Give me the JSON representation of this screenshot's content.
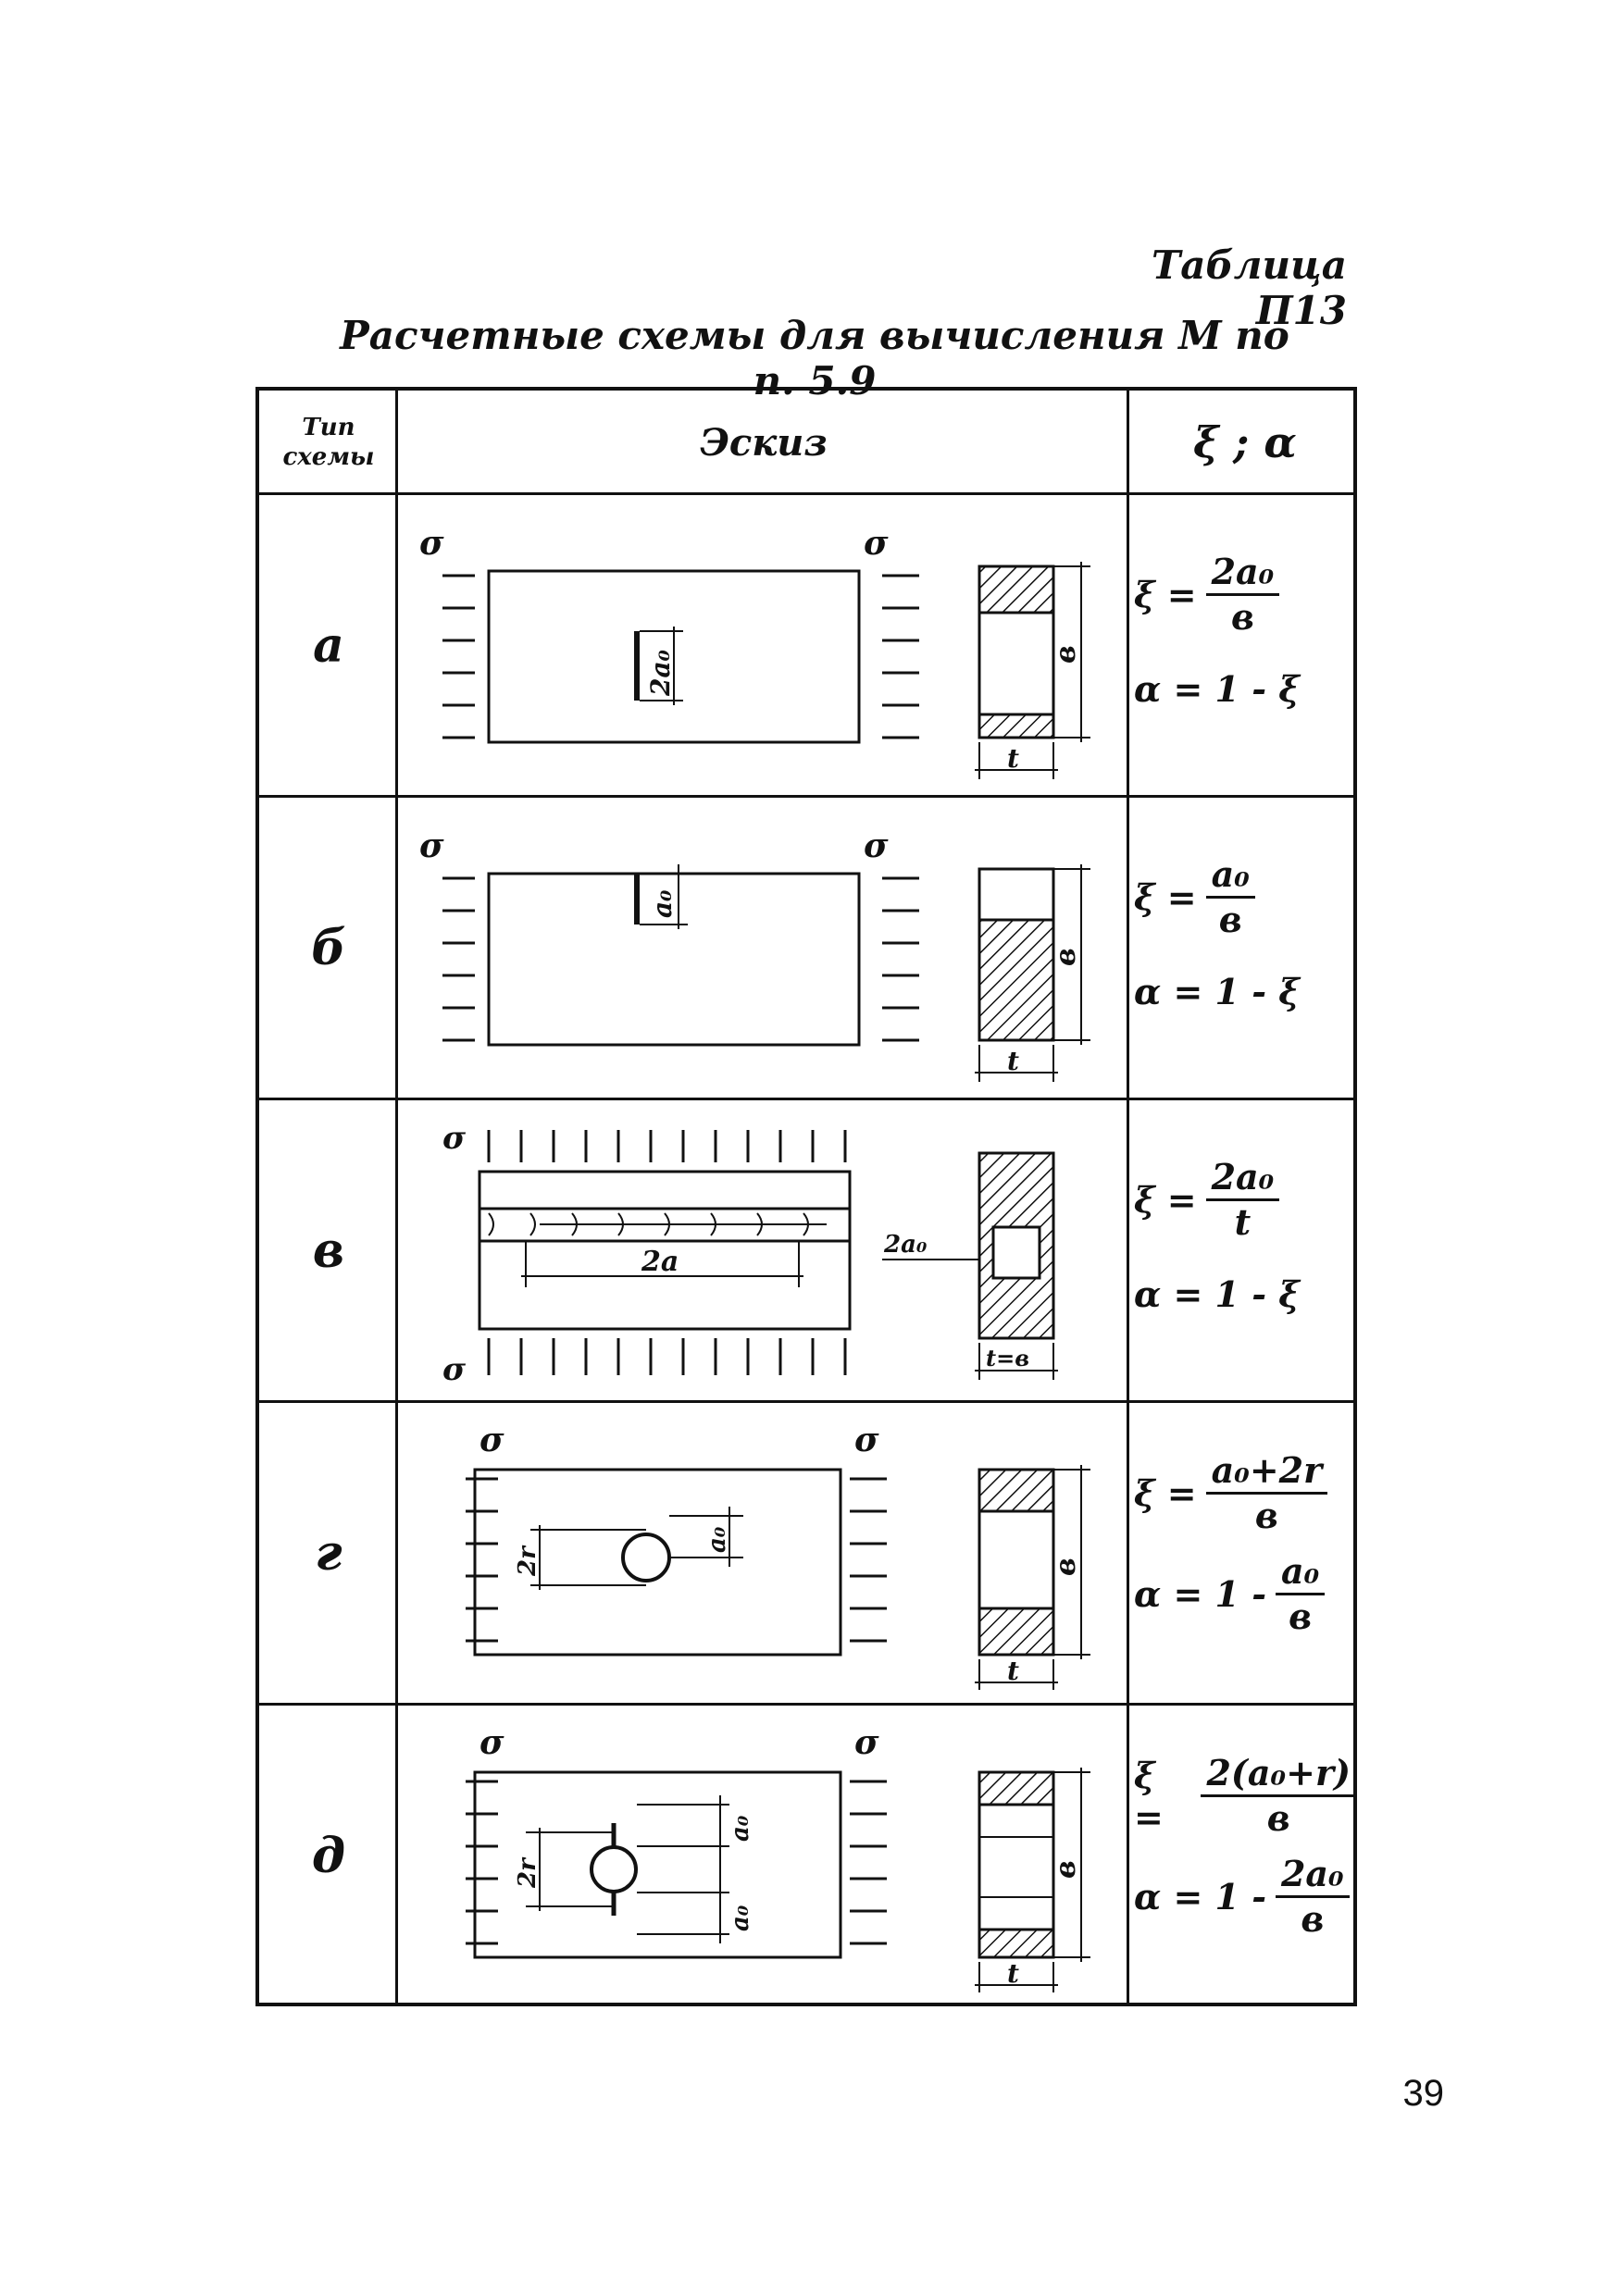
{
  "table_label": "Таблица П13",
  "table_title": "Расчетные схемы для вычисления M по п. 5.9",
  "header": {
    "type_col": "Тип схемы",
    "sketch_col": "Эскиз",
    "coef_col": "ξ ; α"
  },
  "rows": [
    {
      "letter": "а",
      "xi_sym": "ξ =",
      "xi_num": "2a₀",
      "xi_den": "в",
      "alpha": "α = 1 - ξ",
      "labels": {
        "sigma_left": "σ",
        "sigma_right": "σ",
        "dim": "2a₀",
        "height": "в",
        "width": "t"
      }
    },
    {
      "letter": "б",
      "xi_sym": "ξ =",
      "xi_num": "a₀",
      "xi_den": "в",
      "alpha": "α = 1 - ξ",
      "labels": {
        "sigma_left": "σ",
        "sigma_right": "σ",
        "dim": "a₀",
        "height": "в",
        "width": "t"
      }
    },
    {
      "letter": "в",
      "xi_sym": "ξ =",
      "xi_num": "2a₀",
      "xi_den": "t",
      "alpha": "α = 1 - ξ",
      "labels": {
        "sigma_top": "σ",
        "sigma_bottom": "σ",
        "dim": "2a",
        "side_dim": "2a₀",
        "width": "t=в"
      }
    },
    {
      "letter": "г",
      "xi_sym": "ξ =",
      "xi_num": "a₀+2r",
      "xi_den": "в",
      "alpha_prefix": "α = 1 -",
      "alpha_num": "a₀",
      "alpha_den": "в",
      "labels": {
        "sigma_left": "σ",
        "sigma_right": "σ",
        "r_dim": "2r",
        "dim": "a₀",
        "height": "в",
        "width": "t"
      }
    },
    {
      "letter": "д",
      "xi_sym": "ξ =",
      "xi_num": "2(a₀+r)",
      "xi_den": "в",
      "alpha_prefix": "α = 1 -",
      "alpha_num": "2a₀",
      "alpha_den": "в",
      "labels": {
        "sigma_left": "σ",
        "sigma_right": "σ",
        "r_dim": "2r",
        "dim_top": "a₀",
        "dim_bottom": "a₀",
        "height": "в",
        "width": "t"
      }
    }
  ],
  "page_number": "39"
}
